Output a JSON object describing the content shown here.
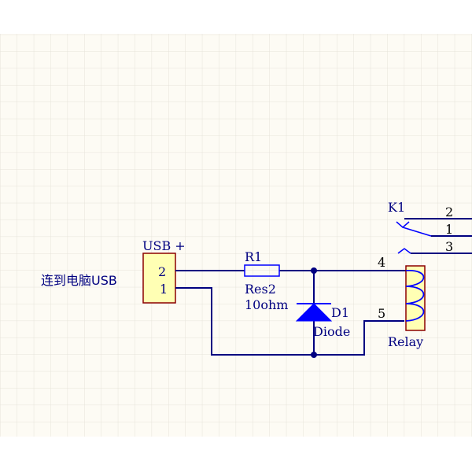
{
  "colors": {
    "sheet": "#fdfbf4",
    "grid": "#e6e3da",
    "wire": "#000080",
    "component": "#0000ff",
    "text": "#000080",
    "connector_fill": "#ffffb4",
    "connector_stroke": "#8b0000",
    "relay_fill": "#ffffb4",
    "relay_stroke": "#8b0000"
  },
  "connector": {
    "designator": "USB +",
    "pins": [
      "2",
      "1"
    ],
    "note": "连到电脑USB"
  },
  "resistor": {
    "designator": "R1",
    "type": "Res2",
    "value": "10ohm"
  },
  "diode": {
    "designator": "D1",
    "type": "Diode"
  },
  "relay": {
    "designator": "K1",
    "type": "Relay",
    "pins": {
      "contact_2": "2",
      "contact_1": "1",
      "contact_3": "3",
      "coil_4": "4",
      "coil_5": "5"
    }
  }
}
